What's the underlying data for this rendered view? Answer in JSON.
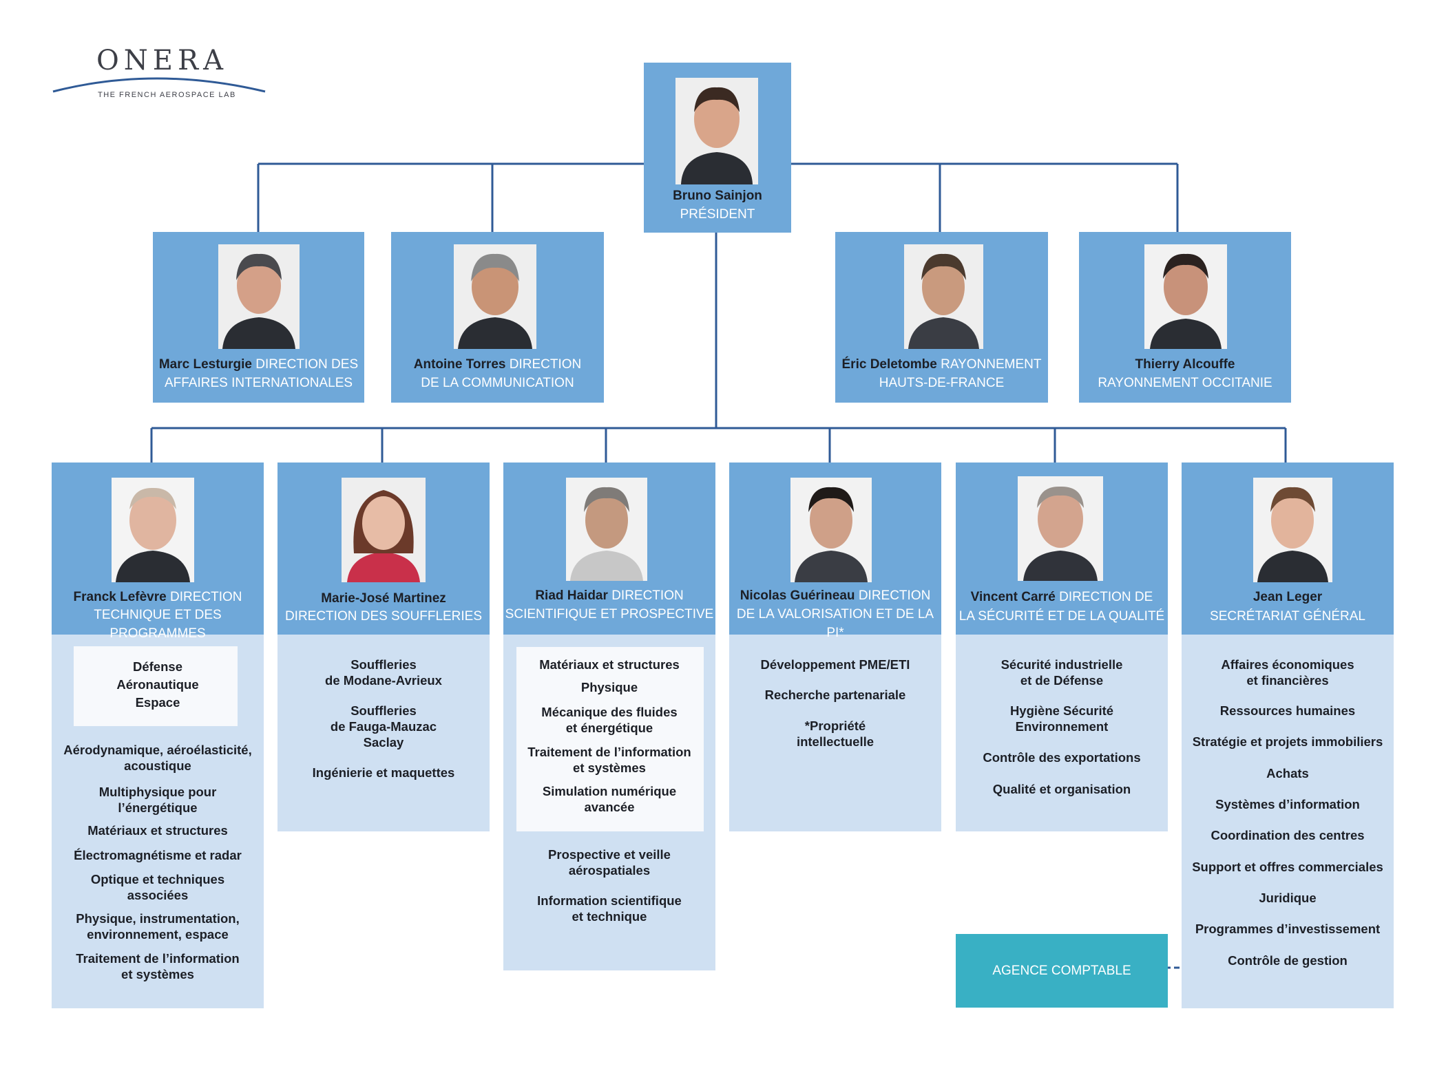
{
  "logo": {
    "word": "ONERA",
    "tagline": "THE FRENCH AEROSPACE LAB"
  },
  "president": {
    "name": "Bruno Sainjon",
    "title": "PRÉSIDENT"
  },
  "second_row": [
    {
      "name": "Marc Lesturgie",
      "title_1": "DIRECTION DES",
      "title_2": "AFFAIRES INTERNATIONALES"
    },
    {
      "name": "Antoine Torres",
      "title_1": "DIRECTION",
      "title_2": "DE LA COMMUNICATION"
    },
    {
      "name": "Éric Deletombe",
      "title_1": "RAYONNEMENT",
      "title_2": "HAUTS-DE-FRANCE"
    },
    {
      "name": "Thierry Alcouffe",
      "title_1": "",
      "title_2": "RAYONNEMENT OCCITANIE"
    }
  ],
  "directions": [
    {
      "name": "Franck Lefèvre",
      "title_1": "DIRECTION",
      "title_2": "TECHNIQUE ET DES PROGRAMMES",
      "box_items": [
        "Défense",
        "Aéronautique",
        "Espace"
      ],
      "items": [
        "Aérodynamique, aéroélasticité,\nacoustique",
        "Multiphysique pour\nl’énergétique",
        "Matériaux et structures",
        "Électromagnétisme et radar",
        "Optique et techniques\nassociées",
        "Physique, instrumentation,\nenvironnement, espace",
        "Traitement de l’information\net systèmes"
      ]
    },
    {
      "name": "Marie-José Martinez",
      "title_1": "",
      "title_2": "DIRECTION DES SOUFFLERIES",
      "items": [
        "Souffleries\nde Modane-Avrieux",
        "Souffleries\nde Fauga-Mauzac\nSaclay",
        "Ingénierie et maquettes"
      ]
    },
    {
      "name": "Riad Haidar",
      "title_1": "DIRECTION",
      "title_2": "SCIENTIFIQUE ET PROSPECTIVE",
      "box_items": [
        "Matériaux et structures",
        "Physique",
        "Mécanique des fluides\net énergétique",
        "Traitement de l’information\net systèmes",
        "Simulation numérique\navancée"
      ],
      "items": [
        "Prospective et veille\naérospatiales",
        "Information scientifique\net technique"
      ]
    },
    {
      "name": "Nicolas Guérineau",
      "title_1": "DIRECTION",
      "title_2": "DE LA VALORISATION ET DE LA PI*",
      "items": [
        "Développement PME/ETI",
        "Recherche partenariale",
        "*Propriété\nintellectuelle"
      ]
    },
    {
      "name": "Vincent Carré",
      "title_1": "DIRECTION DE",
      "title_2": "LA SÉCURITÉ ET DE LA QUALITÉ",
      "items": [
        "Sécurité industrielle\net de Défense",
        "Hygiène Sécurité\nEnvironnement",
        "Contrôle des exportations",
        "Qualité et organisation"
      ]
    },
    {
      "name": "Jean Leger",
      "title_1": "",
      "title_2": "SECRÉTARIAT GÉNÉRAL",
      "items": [
        "Affaires économiques\net financières",
        "Ressources humaines",
        "Stratégie et projets immobiliers",
        "Achats",
        "Systèmes d’information",
        "Coordination des centres",
        "Support et offres commerciales",
        "Juridique",
        "Programmes d’investissement",
        "Contrôle de gestion"
      ]
    }
  ],
  "agence": "AGENCE COMPTABLE",
  "colors": {
    "box": "#6fa8d9",
    "panel": "#cfe0f2",
    "line": "#2f5a96",
    "agence": "#39b0c4",
    "name_text": "#1c1f26"
  }
}
